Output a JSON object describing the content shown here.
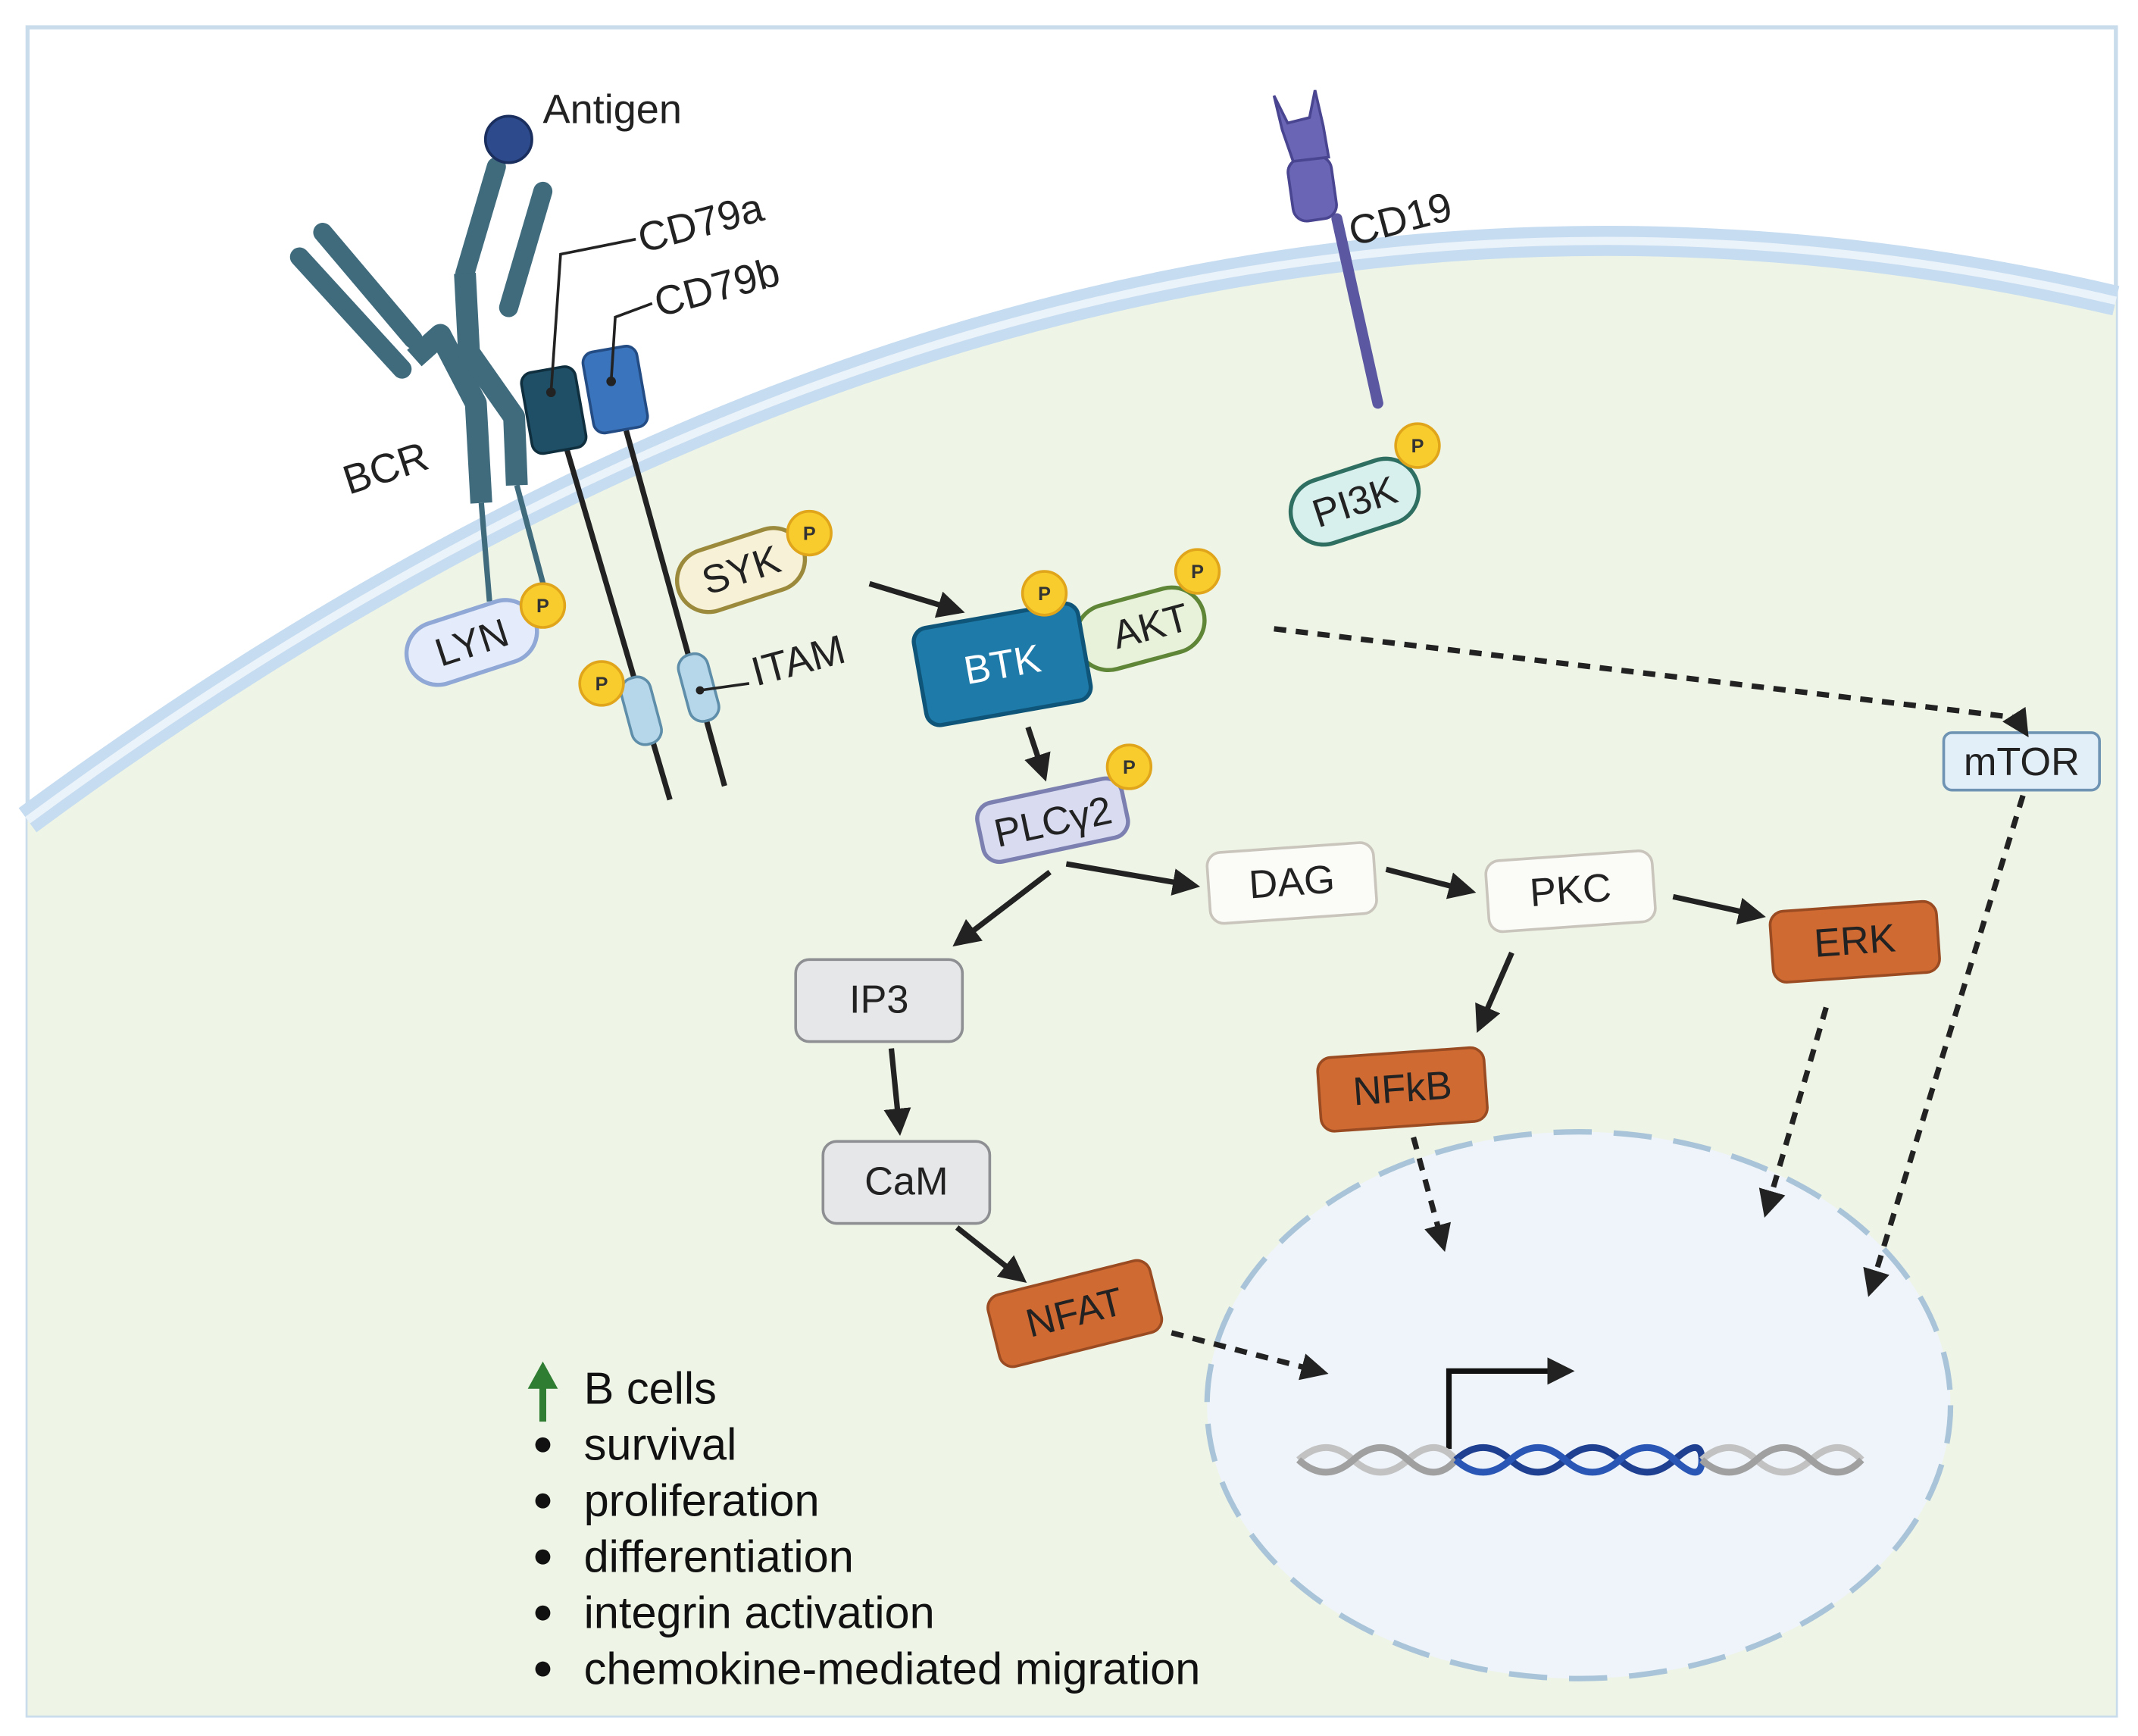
{
  "labels": {
    "antigen": "Antigen",
    "bcr": "BCR",
    "cd79a": "CD79a",
    "cd79b": "CD79b",
    "cd19": "CD19",
    "itam": "ITAM",
    "phospho": "P"
  },
  "nodes": {
    "lyn": "LYN",
    "syk": "SYK",
    "btk": "BTK",
    "akt": "AKT",
    "pi3k": "PI3K",
    "plcg2": "PLCγ2",
    "dag": "DAG",
    "pkc": "PKC",
    "erk": "ERK",
    "ip3": "IP3",
    "nfkb": "NFkB",
    "cam": "CaM",
    "nfat": "NFAT",
    "mtor": "mTOR"
  },
  "legend": {
    "heading": "B cells",
    "items": [
      "survival",
      "proliferation",
      "differentiation",
      "integrin activation",
      "chemokine-mediated migration"
    ]
  },
  "colors": {
    "cytoplasm": "#eef4e6",
    "membrane": "#c6dcf0",
    "receptor": "#3f6b7d",
    "cd79a": "#1e4f66",
    "cd79b": "#3a74bc",
    "cd19": "#5b57a0",
    "btk": "#1e7aa8",
    "orange_tf": "#cf6a33",
    "phospho": "#f7cc2c",
    "arrow_up": "#2f7d32"
  }
}
